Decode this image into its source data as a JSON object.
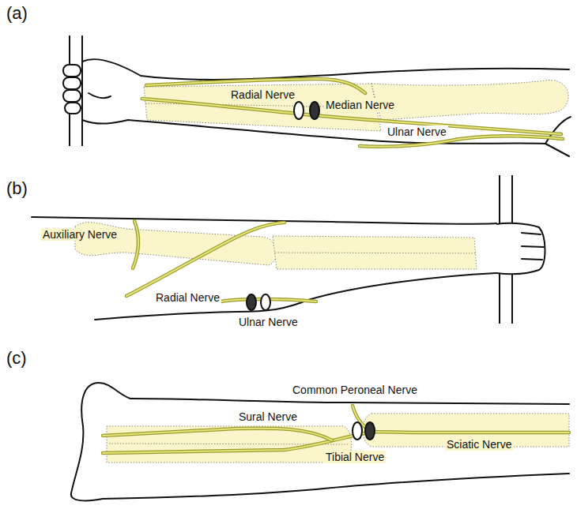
{
  "diagram": {
    "labels": [
      "(a)",
      "Radial Nerve",
      "Median Nerve",
      "Ulnar Nerve",
      "(b)",
      "Auxiliary Nerve",
      "Radial Nerve",
      "Ulnar Nerve",
      "(c)",
      "Common Peroneal Nerve",
      "Sural Nerve",
      "Tibial Nerve",
      "Sciatic Nerve"
    ]
  }
}
